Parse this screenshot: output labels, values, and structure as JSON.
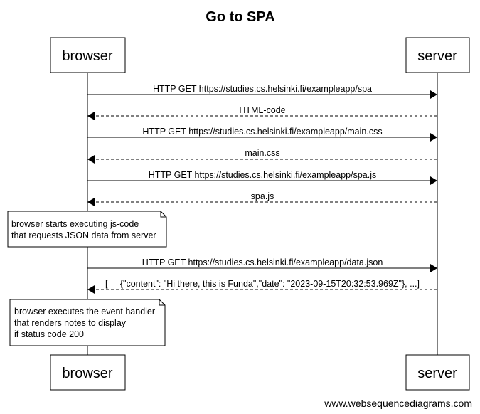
{
  "title": "Go to SPA",
  "participants": [
    {
      "id": "browser",
      "label": "browser"
    },
    {
      "id": "server",
      "label": "server"
    }
  ],
  "messages": [
    {
      "from": "browser",
      "to": "server",
      "label": "HTTP GET https://studies.cs.helsinki.fi/exampleapp/spa",
      "style": "solid"
    },
    {
      "from": "server",
      "to": "browser",
      "label": "HTML-code",
      "style": "dashed"
    },
    {
      "from": "browser",
      "to": "server",
      "label": "HTTP GET https://studies.cs.helsinki.fi/exampleapp/main.css",
      "style": "solid"
    },
    {
      "from": "server",
      "to": "browser",
      "label": "main.css",
      "style": "dashed"
    },
    {
      "from": "browser",
      "to": "server",
      "label": "HTTP GET https://studies.cs.helsinki.fi/exampleapp/spa.js",
      "style": "solid"
    },
    {
      "from": "server",
      "to": "browser",
      "label": "spa.js",
      "style": "dashed"
    },
    {
      "from": "browser",
      "to": "server",
      "label": "HTTP GET https://studies.cs.helsinki.fi/exampleapp/data.json",
      "style": "solid"
    },
    {
      "from": "server",
      "to": "browser",
      "label": "[     {\"content\": \"Hi there, this is Funda\",\"date\": \"2023-09-15T20:32:53.969Z\"}, ...]",
      "style": "dashed"
    }
  ],
  "notes": [
    {
      "over": "browser",
      "lines": [
        "browser starts executing js-code",
        "that requests JSON data from server"
      ]
    },
    {
      "over": "browser",
      "lines": [
        "browser executes the event handler",
        "that renders notes to display",
        "if status code 200"
      ]
    }
  ],
  "watermark": "www.websequencediagrams.com",
  "colors": {
    "line": "#000000",
    "box_fill": "#ffffff",
    "background": "#ffffff"
  }
}
